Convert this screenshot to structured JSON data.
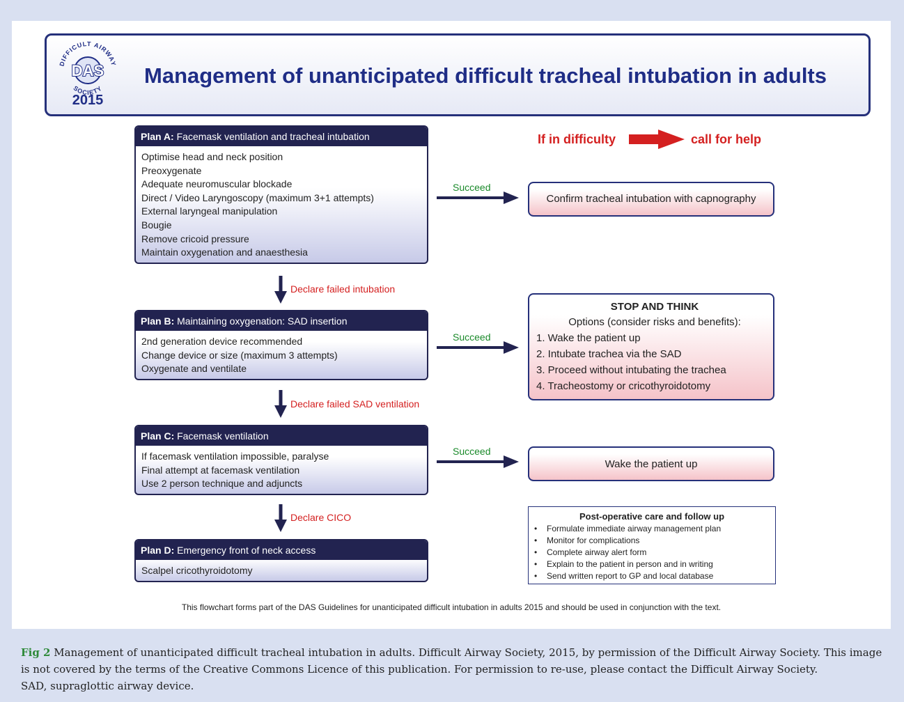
{
  "logo": {
    "arc_text": "DIFFICULT AIRWAY SOCIETY",
    "letters": "DAS",
    "year": "2015"
  },
  "title": "Management of unanticipated difficult tracheal intubation in adults",
  "help": {
    "left": "If in difficulty",
    "right": "call for help"
  },
  "succeed_label": "Succeed",
  "plan_a": {
    "prefix": "Plan A:",
    "title": "Facemask ventilation and tracheal intubation",
    "items": [
      "Optimise head and neck position",
      "Preoxygenate",
      "Adequate neuromuscular blockade",
      "Direct / Video Laryngoscopy (maximum 3+1 attempts)",
      "External laryngeal manipulation",
      "Bougie",
      "Remove cricoid pressure",
      "Maintain oxygenation and anaesthesia"
    ]
  },
  "declare_failed_intubation": "Declare failed intubation",
  "plan_b": {
    "prefix": "Plan B:",
    "title": "Maintaining oxygenation: SAD insertion",
    "items": [
      "2nd generation device recommended",
      "Change device or size (maximum 3 attempts)",
      "Oxygenate and ventilate"
    ]
  },
  "declare_failed_sad": "Declare failed SAD ventilation",
  "plan_c": {
    "prefix": "Plan C:",
    "title": "Facemask ventilation",
    "items": [
      "If facemask ventilation impossible, paralyse",
      "Final attempt at facemask ventilation",
      "Use 2 person technique and adjuncts"
    ]
  },
  "declare_cico": "Declare CICO",
  "plan_d": {
    "prefix": "Plan D:",
    "title": "Emergency front of neck access",
    "items": [
      "Scalpel cricothyroidotomy"
    ]
  },
  "confirm": "Confirm tracheal intubation with capnography",
  "stop": {
    "title": "STOP AND THINK",
    "subtitle": "Options (consider risks and benefits):",
    "options": [
      "1. Wake the patient up",
      "2. Intubate trachea via the SAD",
      "3. Proceed without intubating the trachea",
      "4. Tracheostomy or cricothyroidotomy"
    ]
  },
  "wake": "Wake the patient up",
  "post": {
    "title": "Post-operative care and follow up",
    "items": [
      "Formulate immediate airway management plan",
      "Monitor for complications",
      "Complete airway alert form",
      "Explain to the patient in person and in writing",
      "Send written report to GP and local database"
    ]
  },
  "footer_note": "This flowchart forms part of the DAS Guidelines for unanticipated difficult intubation in adults 2015 and should be used in conjunction with the text.",
  "caption": {
    "label": "Fig 2",
    "text": "Management of unanticipated difficult tracheal intubation in adults. Difficult Airway Society, 2015, by permission of the Difficult Airway Society. This image is not covered by the terms of the Creative Commons Licence of this publication. For permission to re-use, please contact the Difficult Airway Society.",
    "line2": "SAD, supraglottic airway device."
  },
  "colors": {
    "navy": "#222350",
    "title_blue": "#1f2d86",
    "red": "#d42020",
    "green": "#1a8a2a",
    "pink": "#f5c3c9",
    "background": "#d9e0f1"
  }
}
